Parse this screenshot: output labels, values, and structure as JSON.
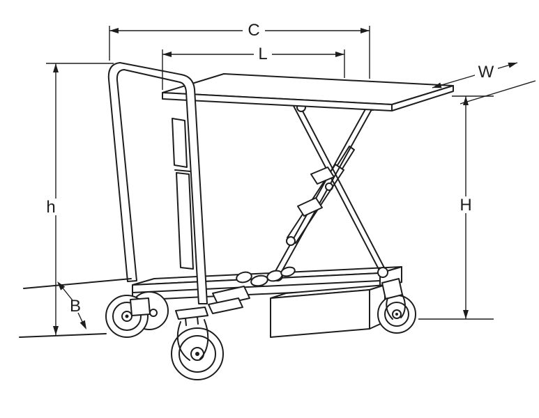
{
  "diagram": {
    "colors": {
      "background": "#ffffff",
      "line": "#1d1d1d"
    },
    "labels": {
      "C": "C",
      "L": "L",
      "W": "W",
      "h": "h",
      "H": "H",
      "B": "B"
    }
  }
}
